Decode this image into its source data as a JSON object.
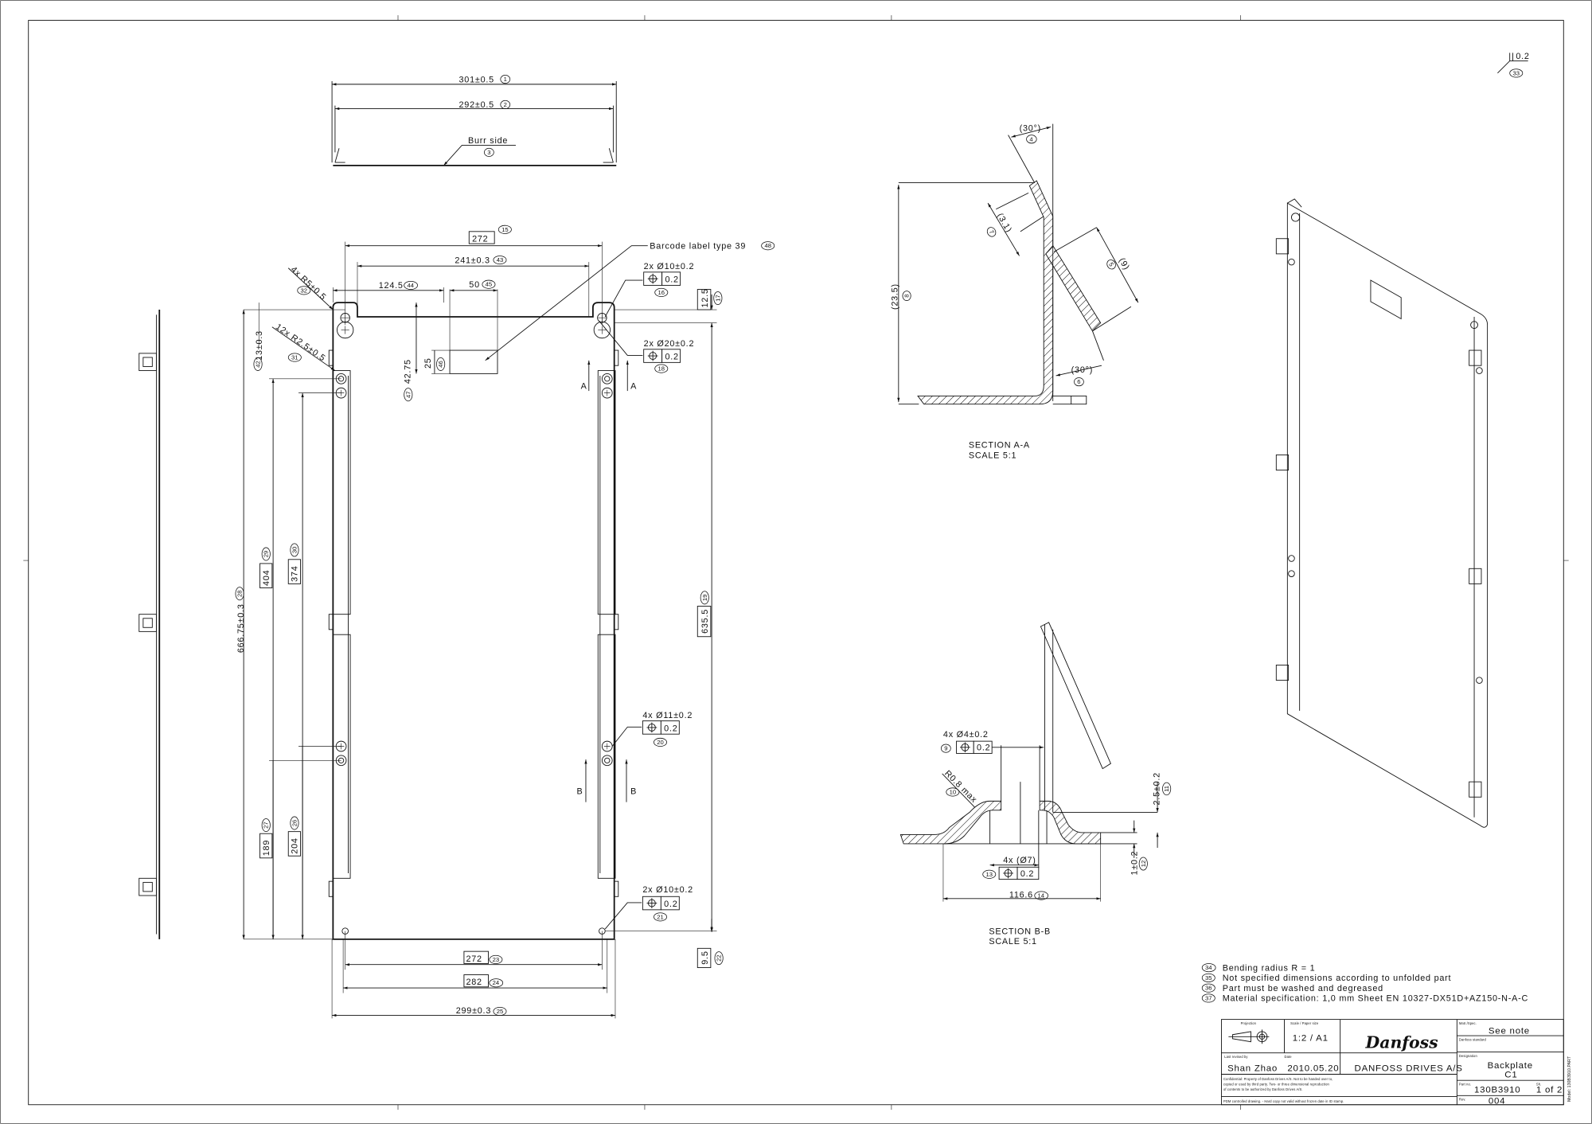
{
  "top_view": {
    "dim_overall": "301±0.5",
    "dim_overall_ref": "1",
    "dim_inner": "292±0.5",
    "dim_inner_ref": "2",
    "burr_side": "Burr side",
    "burr_side_ref": "3"
  },
  "front_view": {
    "width_box": "272",
    "width_box_ref": "15",
    "hole_span": "241±0.3",
    "hole_span_ref": "43",
    "label_offset": "124.5",
    "label_offset_ref": "44",
    "label_width": "50",
    "label_width_ref": "45",
    "corner_radius": "4x R5±0.5",
    "corner_radius_ref": "32",
    "rail_radius": "12x R2.5±0.5",
    "rail_radius_ref": "31",
    "top_offset": "13±0.3",
    "top_offset_ref": "42",
    "label_top": "42.75",
    "label_top_ref": "47",
    "label_height": "25",
    "label_height_ref": "46",
    "barcode_label": "Barcode label type 39",
    "barcode_label_ref": "48",
    "hole_top_small": "2x Ø10±0.2",
    "hole_top_small_tol": "0.2",
    "hole_top_small_ref": "16",
    "hole_top_offset": "12.5",
    "hole_top_offset_ref": "17",
    "hole_top_large": "2x Ø20±0.2",
    "hole_top_large_tol": "0.2",
    "hole_top_large_ref": "18",
    "section_a": "A",
    "height_right": "635.5",
    "height_right_ref": "19",
    "rail_holes": "4x Ø11±0.2",
    "rail_holes_tol": "0.2",
    "rail_holes_ref": "20",
    "section_b": "B",
    "hole_bottom": "2x Ø10±0.2",
    "hole_bottom_tol": "0.2",
    "hole_bottom_ref": "21",
    "bottom_offset": "9.5",
    "bottom_offset_ref": "22",
    "bottom_272": "272",
    "bottom_272_ref": "23",
    "bottom_282": "282",
    "bottom_282_ref": "24",
    "bottom_overall": "299±0.3",
    "bottom_overall_ref": "25",
    "height_overall": "666.75±0.3",
    "height_overall_ref": "28",
    "h404": "404",
    "h404_ref": "29",
    "h374": "374",
    "h374_ref": "30",
    "h189": "189",
    "h189_ref": "27",
    "h204": "204",
    "h204_ref": "26"
  },
  "section_aa": {
    "angle_top": "(30°)",
    "angle_top_ref": "4",
    "len_short": "(3.1)",
    "len_short_ref": "7",
    "len_long": "(9)",
    "len_long_ref": "5",
    "angle_bottom": "(30°)",
    "angle_bottom_ref": "6",
    "height": "(23.5)",
    "height_ref": "8",
    "title": "SECTION  A-A",
    "scale": "SCALE  5:1"
  },
  "section_bb": {
    "hole": "4x  Ø4±0.2",
    "hole_tol": "0.2",
    "hole_ref": "9",
    "radius": "R0.8 max",
    "radius_ref": "10",
    "emboss": "2.5±0.2",
    "emboss_ref": "11",
    "thickness": "1±0.2",
    "thickness_ref": "12",
    "boss": "4x  (Ø7)",
    "boss_tol": "0.2",
    "boss_ref": "13",
    "span": "116.6",
    "span_ref": "14",
    "title": "SECTION  B-B",
    "scale": "SCALE  5:1"
  },
  "flatness": {
    "value": "0.2",
    "ref": "33"
  },
  "notes": [
    {
      "ref": "34",
      "text": "Bending radius R = 1"
    },
    {
      "ref": "35",
      "text": "Not specified dimensions according to unfolded part"
    },
    {
      "ref": "36",
      "text": "Part must be washed and degreased"
    },
    {
      "ref": "37",
      "text": "Material specification: 1,0 mm Sheet EN 10327-DX51D+AZ150-N-A-C"
    }
  ],
  "title_block": {
    "projection_label": "Projection",
    "scale_label": "Scale / Paper size",
    "scale": "1:2  /  A1",
    "logo": "Danfoss",
    "revised_label": "Last revised by",
    "revised_by": "Shan Zhao",
    "date_label": "Date",
    "date": "2010.05.20",
    "company": "DANFOSS DRIVES A/S",
    "confidential": [
      "Confidential: Property of Danfoss Drives A/S. Not to be handed over to,",
      "copied or used by third party. Two- or three dimensional reproduction",
      "of contents to be authorized by Danfoss Drives A/S."
    ],
    "pdm": "PDM controlled drawing.  - Hard copy not valid without frozen date in ID stamp.",
    "matr_label": "Matr./Spec.",
    "matr": "See note",
    "standard_label": "Danfoss standard",
    "designation_label": "Designation",
    "designation_1": "Backplate",
    "designation_2": "C1",
    "part_label": "Part no.",
    "part_no": "130B3910",
    "sheet_label": "Sh.",
    "sheet": "1 of 2",
    "rev_label": "Rev.",
    "rev": "004",
    "model": "Model: 130B3910.PART"
  }
}
